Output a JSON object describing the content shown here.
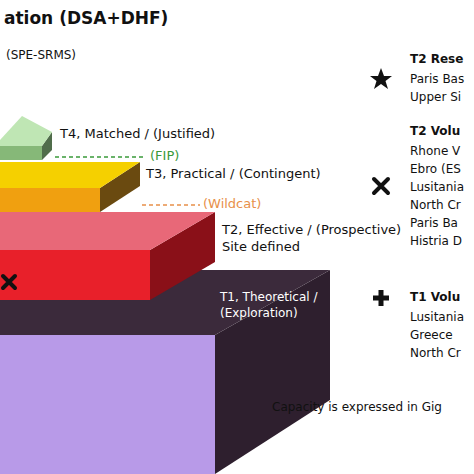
{
  "diagram": {
    "title": "ation (DSA+DHF)",
    "nodes": [
      {
        "text": [
          "T4, Matched / (Justified)"
        ]
      },
      {
        "text": [
          "T3, Practical / (Contingent)"
        ]
      },
      {
        "text": [
          "T2, Effective / (Prospective) Site defined"
        ]
      },
      {
        "text": [
          "T1, Theoretical / (Exploration)"
        ]
      }
    ],
    "labels": [
      "(SPE-SRMS)",
      "(FIP)",
      "(Wildcat)",
      "T2 Rese",
      "Paris Bas",
      "Upper Si",
      "T2 Volu",
      "Rhone V",
      "Ebro (ES",
      "Lusitania",
      "North Cr",
      "Paris Ba",
      "Histria D",
      "T1 Volu",
      "Lusitania",
      "Greece",
      "North Cr",
      "Capacity is expressed in Gig"
    ]
  }
}
